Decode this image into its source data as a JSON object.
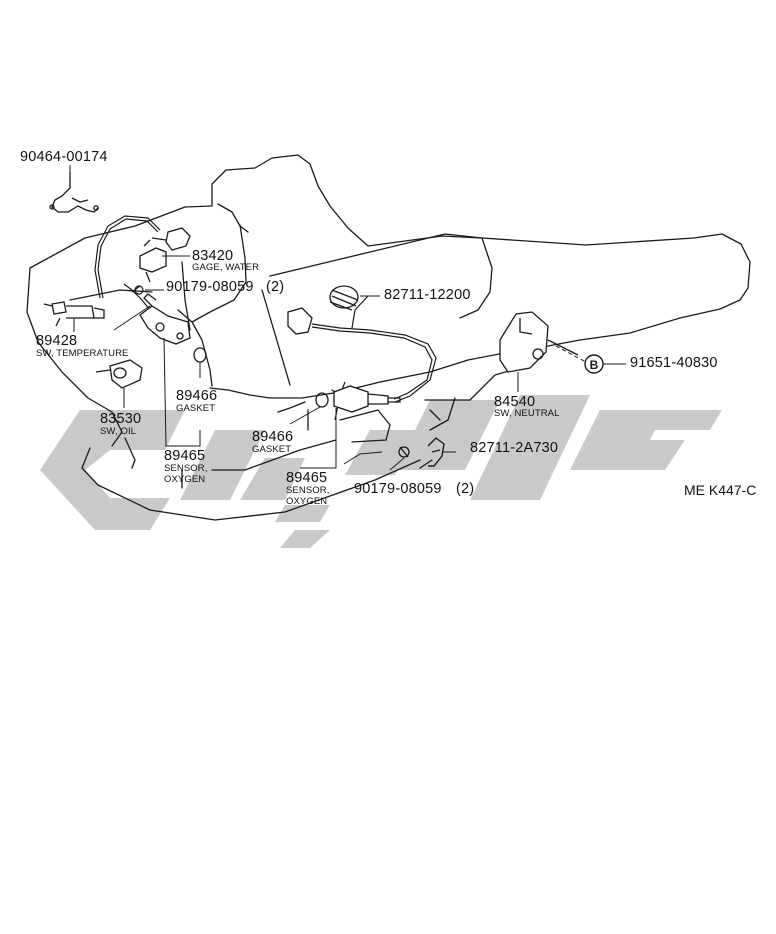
{
  "diagram": {
    "reference_code": "ME K447-C",
    "watermark_text": "ULLAF",
    "colors": {
      "line": "#1a1a1a",
      "watermark": "#c4c4c4",
      "background": "#ffffff"
    },
    "callout_B": "B",
    "parts": [
      {
        "key": "wire_clip",
        "number": "90464-00174",
        "name": ""
      },
      {
        "key": "water_gage",
        "number": "83420",
        "name": "GAGE, WATER"
      },
      {
        "key": "nut_upper",
        "number": "90179-08059",
        "qty": "(2)",
        "name": ""
      },
      {
        "key": "clamp_upper",
        "number": "82711-12200",
        "name": ""
      },
      {
        "key": "temp_switch",
        "number": "89428",
        "name": "SW, TEMPERATURE"
      },
      {
        "key": "bolt_B",
        "number": "91651-40830",
        "name": ""
      },
      {
        "key": "gasket_left",
        "number": "89466",
        "name": "GASKET"
      },
      {
        "key": "neutral_switch",
        "number": "84540",
        "name": "SW, NEUTRAL"
      },
      {
        "key": "oil_switch",
        "number": "83530",
        "name": "SW, OIL"
      },
      {
        "key": "gasket_center",
        "number": "89466",
        "name": "GASKET"
      },
      {
        "key": "clamp_lower",
        "number": "82711-2A730",
        "name": ""
      },
      {
        "key": "sensor_left",
        "number": "89465",
        "name_line1": "SENSOR,",
        "name_line2": "OXYGEN"
      },
      {
        "key": "sensor_center",
        "number": "89465",
        "name_line1": "SENSOR,",
        "name_line2": "OXYGEN"
      },
      {
        "key": "nut_lower",
        "number": "90179-08059",
        "qty": "(2)",
        "name": ""
      }
    ]
  }
}
